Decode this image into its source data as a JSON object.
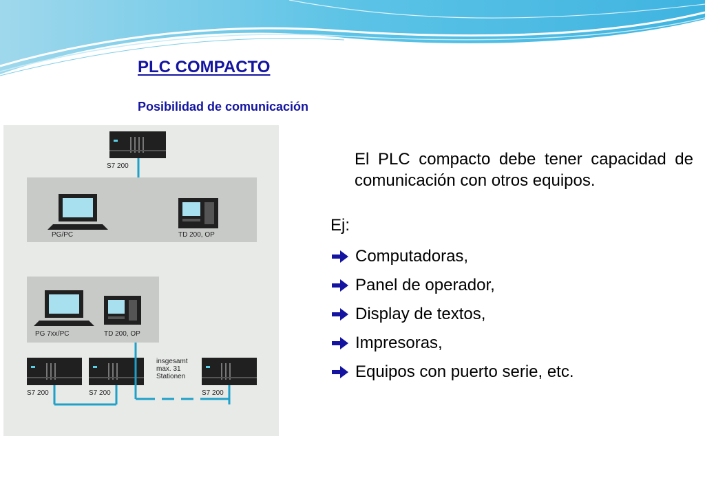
{
  "slide": {
    "title": "PLC COMPACTO",
    "subtitle": "Posibilidad de comunicación"
  },
  "diagram": {
    "labels": {
      "top_plc": "S7 200",
      "pg_pc": "PG/PC",
      "td_op_1": "TD 200, OP",
      "pg_7xx": "PG 7xx/PC",
      "td_op_2": "TD 200, OP",
      "plc_1": "S7 200",
      "plc_2": "S7 200",
      "plc_3": "S7 200",
      "network_note": [
        "insgesamt",
        "max. 31",
        "Stationen"
      ]
    },
    "colors": {
      "panel": "#e8eae8",
      "group": "#c8cac8",
      "link": "#1ea0c8",
      "device": "#202020"
    }
  },
  "content": {
    "intro": "El PLC compacto debe tener capacidad de comunicación con otros equipos.",
    "example_label": "Ej:",
    "items": [
      "Computadoras,",
      "Panel de operador,",
      "Display de textos,",
      "Impresoras,",
      "Equipos con puerto serie, etc."
    ],
    "bullet_icon": "arrow-right-icon",
    "accent_color": "#1414a0"
  }
}
